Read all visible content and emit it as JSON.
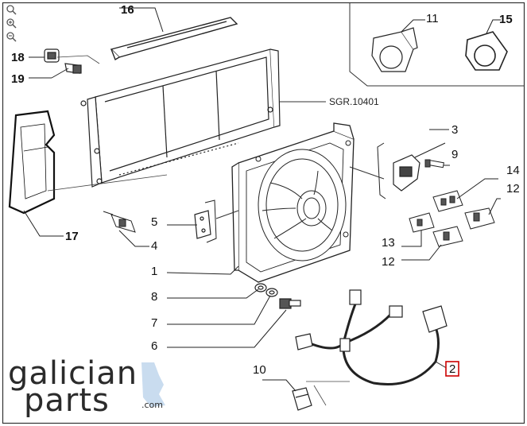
{
  "diagram": {
    "reference": "SGR.10401",
    "callouts": [
      {
        "id": "c16",
        "text": "16",
        "bold": true
      },
      {
        "id": "c18",
        "text": "18",
        "bold": true
      },
      {
        "id": "c19",
        "text": "19",
        "bold": true
      },
      {
        "id": "c17",
        "text": "17",
        "bold": true
      },
      {
        "id": "c11",
        "text": "11",
        "bold": false
      },
      {
        "id": "c15",
        "text": "15",
        "bold": true
      },
      {
        "id": "c3",
        "text": "3",
        "bold": false
      },
      {
        "id": "c9",
        "text": "9",
        "bold": false
      },
      {
        "id": "c14",
        "text": "14",
        "bold": false
      },
      {
        "id": "c12a",
        "text": "12",
        "bold": false
      },
      {
        "id": "c13",
        "text": "13",
        "bold": false
      },
      {
        "id": "c12b",
        "text": "12",
        "bold": false
      },
      {
        "id": "c5",
        "text": "5",
        "bold": false
      },
      {
        "id": "c4",
        "text": "4",
        "bold": false
      },
      {
        "id": "c1",
        "text": "1",
        "bold": false
      },
      {
        "id": "c8",
        "text": "8",
        "bold": false
      },
      {
        "id": "c7",
        "text": "7",
        "bold": false
      },
      {
        "id": "c6",
        "text": "6",
        "bold": false
      },
      {
        "id": "c10",
        "text": "10",
        "bold": false
      },
      {
        "id": "c2",
        "text": "2",
        "bold": false,
        "highlight_color": "#cc0000"
      }
    ]
  },
  "zoom_controls": [
    {
      "name": "zoom-reset-icon"
    },
    {
      "name": "zoom-in-icon"
    },
    {
      "name": "zoom-out-icon"
    }
  ],
  "logo": {
    "line1": "galician",
    "line2": "parts",
    "suffix": ".com",
    "accent_color": "#c9dcef"
  }
}
